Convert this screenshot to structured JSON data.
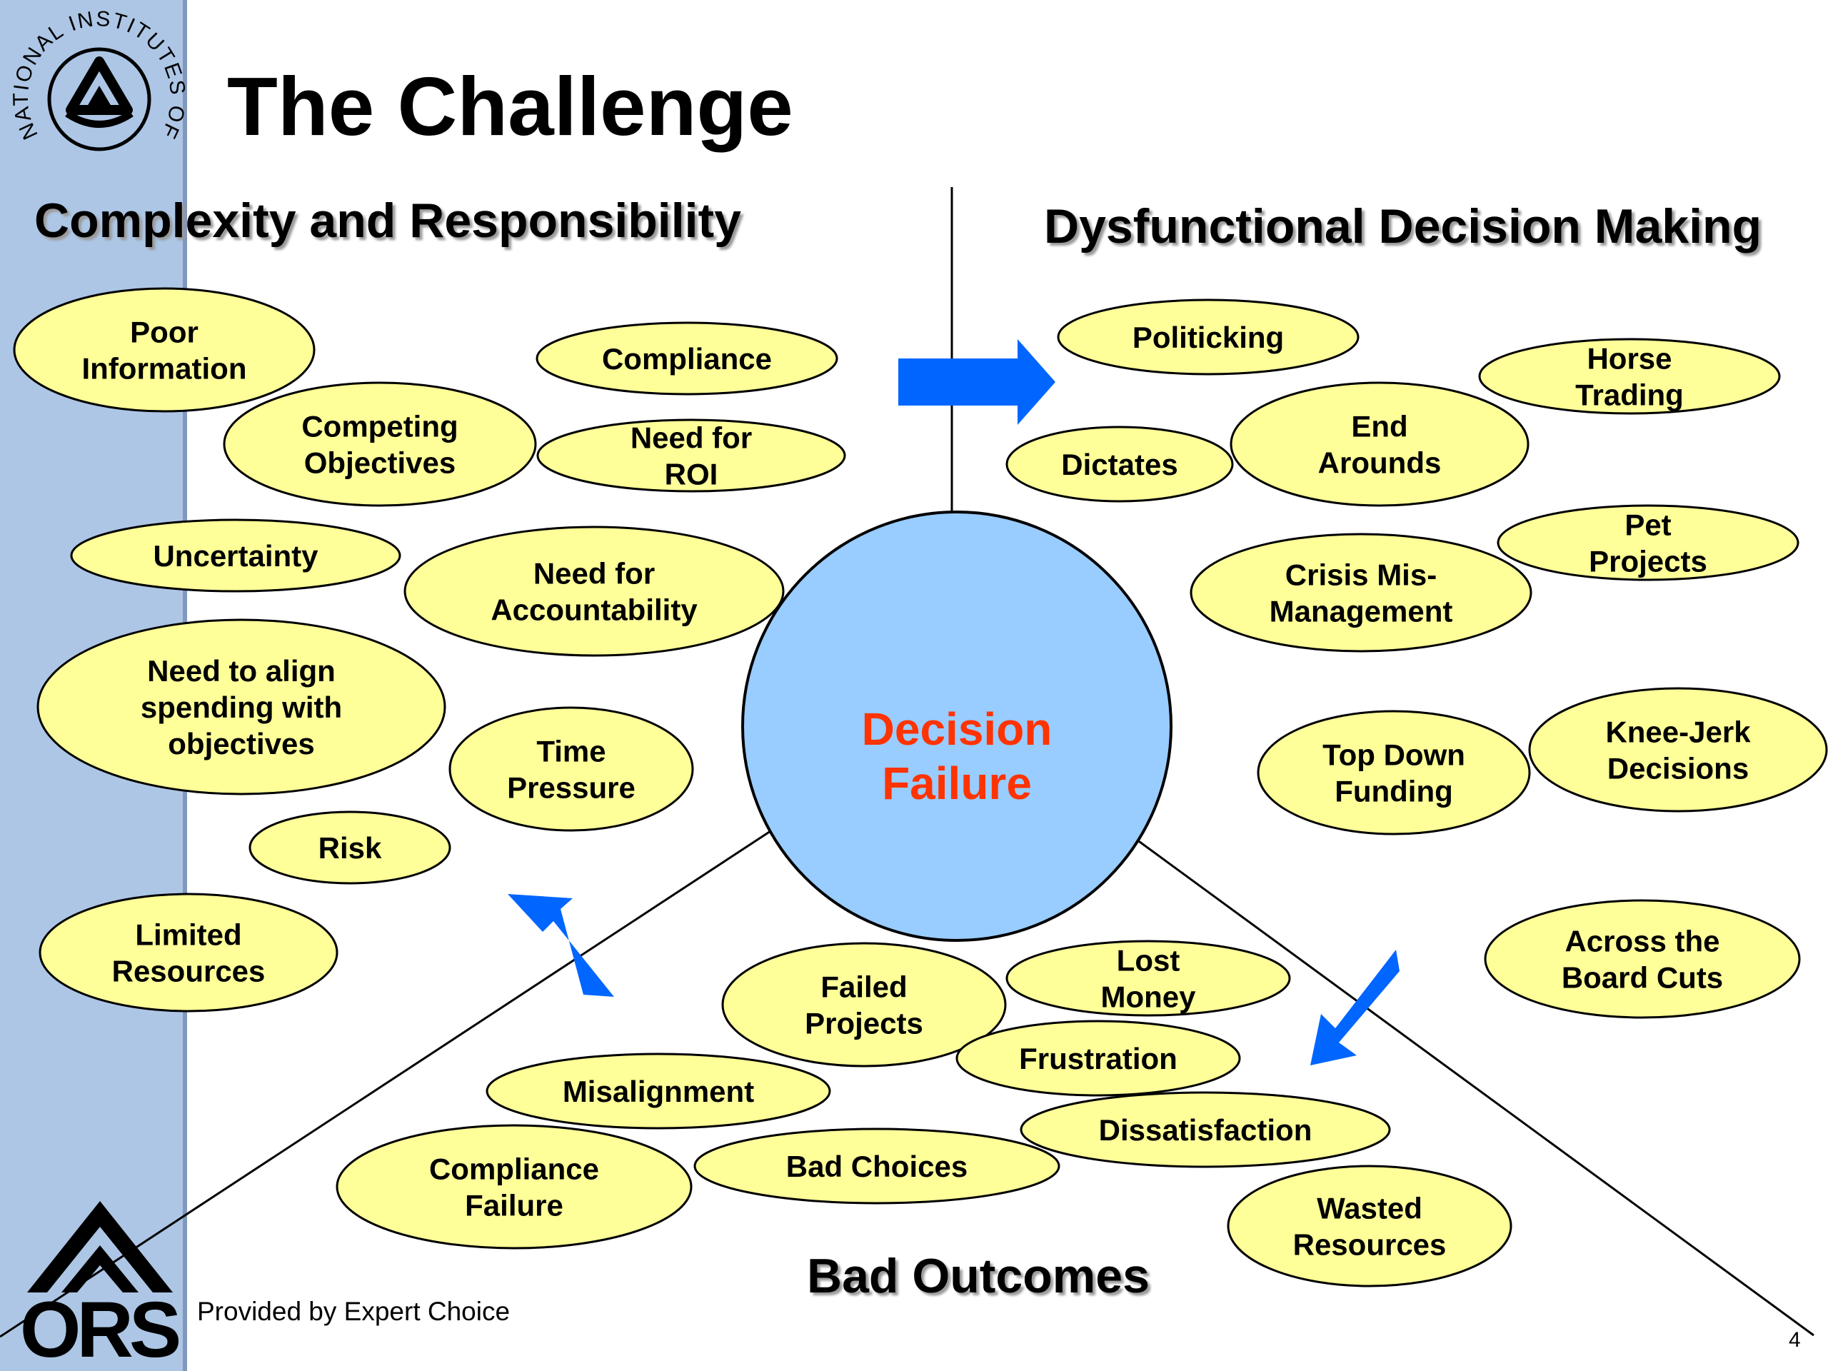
{
  "title": "The Challenge",
  "headings": {
    "complexity": "Complexity and Responsibility",
    "dysfunctional": "Dysfunctional Decision Making",
    "outcomes": "Bad Outcomes"
  },
  "center": {
    "lines": [
      "Decision",
      "Failure"
    ]
  },
  "left_items": [
    [
      "Poor",
      "Information"
    ],
    [
      "Compliance"
    ],
    [
      "Competing",
      "Objectives"
    ],
    [
      "Need for",
      "ROI"
    ],
    [
      "Uncertainty"
    ],
    [
      "Need for",
      "Accountability"
    ],
    [
      "Need to align",
      "spending with",
      "objectives"
    ],
    [
      "Time",
      "Pressure"
    ],
    [
      "Risk"
    ],
    [
      "Limited",
      "Resources"
    ]
  ],
  "right_items": [
    [
      "Politicking"
    ],
    [
      "Horse",
      "Trading"
    ],
    [
      "End",
      "Arounds"
    ],
    [
      "Dictates"
    ],
    [
      "Pet",
      "Projects"
    ],
    [
      "Crisis Mis-",
      "Management"
    ],
    [
      "Knee-Jerk",
      "Decisions"
    ],
    [
      "Top Down",
      "Funding"
    ],
    [
      "Across the",
      "Board Cuts"
    ]
  ],
  "bottom_items": [
    [
      "Lost",
      "Money"
    ],
    [
      "Failed",
      "Projects"
    ],
    [
      "Frustration"
    ],
    [
      "Misalignment"
    ],
    [
      "Dissatisfaction"
    ],
    [
      "Compliance",
      "Failure"
    ],
    [
      "Bad Choices"
    ],
    [
      "Wasted",
      "Resources"
    ]
  ],
  "footer": "Provided by Expert Choice",
  "page_number": "4",
  "logos": {
    "nih_text": "NATIONAL INSTITUTES OF HEALTH",
    "ors_text": "ORS"
  },
  "colors": {
    "bubble_fill": "#ffff99",
    "circle_fill": "#99ccff",
    "center_text": "#ff3300",
    "arrow": "#0066ff",
    "sidebar": "#adc6e5"
  }
}
